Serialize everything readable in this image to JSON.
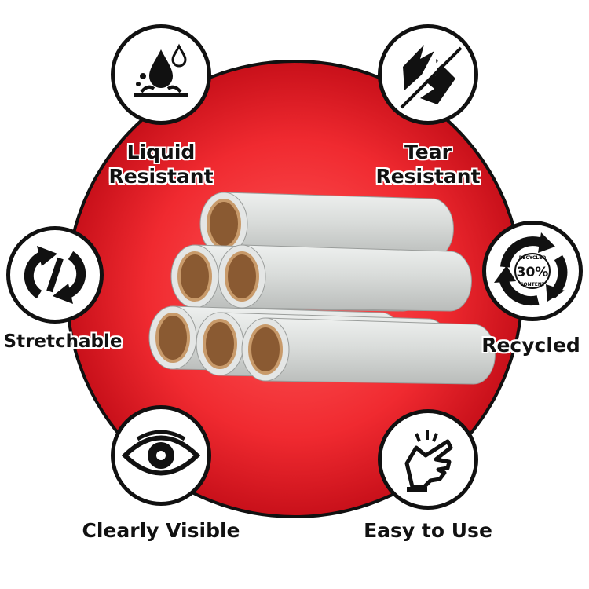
{
  "colors": {
    "circle_center": "#ff4a4a",
    "circle_edge": "#c8101a",
    "icon": "#111111"
  },
  "features": [
    {
      "icon": "liquid-drops-icon",
      "lines": [
        "Liquid",
        "Resistant"
      ]
    },
    {
      "icon": "torn-sheet-icon",
      "lines": [
        "Tear",
        "Resistant"
      ]
    },
    {
      "icon": "stretch-arrows-icon",
      "lines": [
        "Stretchable"
      ]
    },
    {
      "icon": "recycle-arrows-icon",
      "lines": [
        "Recycled"
      ],
      "badge_text": {
        "top": "RECYCLED",
        "value": "30%",
        "bottom": "CONTENT"
      }
    },
    {
      "icon": "eye-icon",
      "lines": [
        "Clearly Visible"
      ]
    },
    {
      "icon": "hand-snap-icon",
      "lines": [
        "Easy to Use"
      ]
    }
  ]
}
